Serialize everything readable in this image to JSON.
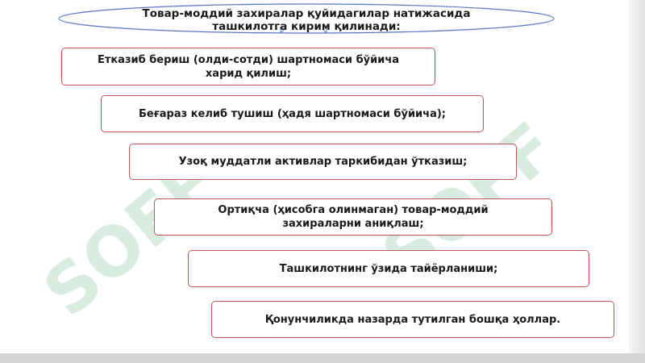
{
  "header": {
    "line1": "Товар-моддий захиралар қуйидагилар натижасида",
    "line2": "ташкилотга кирим қилинади:"
  },
  "steps": [
    {
      "line1": "Етказиб бериш (олди-сотди) шартномаси бўйича",
      "line2": "харид қилиш;"
    },
    {
      "line1": "Беғараз келиб тушиш (ҳадя шартномаси бўйича);"
    },
    {
      "line1": "Узоқ муддатли активлар таркибидан ўтказиш;"
    },
    {
      "line1": "Ортиқча (ҳисобга олинмаган) товар-моддий",
      "line2": "захираларни аниқлаш;"
    },
    {
      "line1": "Ташкилотнинг ўзида тайёрланиши;"
    },
    {
      "line1": "Қонунчиликда назарда тутилган бошқа ҳоллар."
    }
  ],
  "watermark": {
    "text": "SOFF",
    "color": "#b9ddc9"
  },
  "colors": {
    "box_border": "#c25556",
    "ellipse_stroke": "#5b78c7"
  }
}
